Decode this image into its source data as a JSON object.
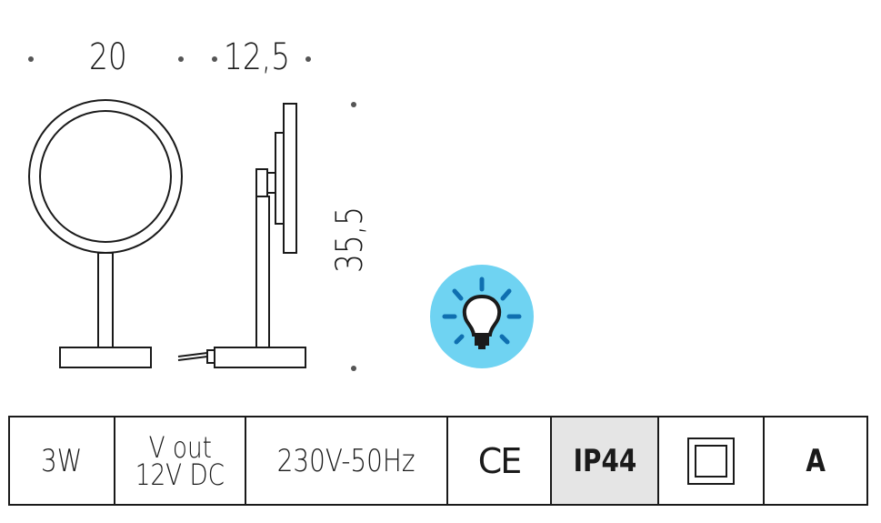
{
  "dimensions": {
    "width_front": "20",
    "depth_side": "12,5",
    "height": "35,5"
  },
  "icon": {
    "name": "light-bulb-icon",
    "circle_color": "#6fd3f2",
    "bulb_color": "#1a1a1a"
  },
  "specs": {
    "power": "3W",
    "vout_line1": "V out",
    "vout_line2": "12V DC",
    "voltage": "230V-50Hz",
    "ce_mark": "CE",
    "ip_rating": "IP44",
    "insulation_icon": "double-square-class-ii-icon",
    "energy_class": "A"
  },
  "colors": {
    "ip_cell_bg": "#e5e5e5",
    "line": "#1a1a1a"
  }
}
